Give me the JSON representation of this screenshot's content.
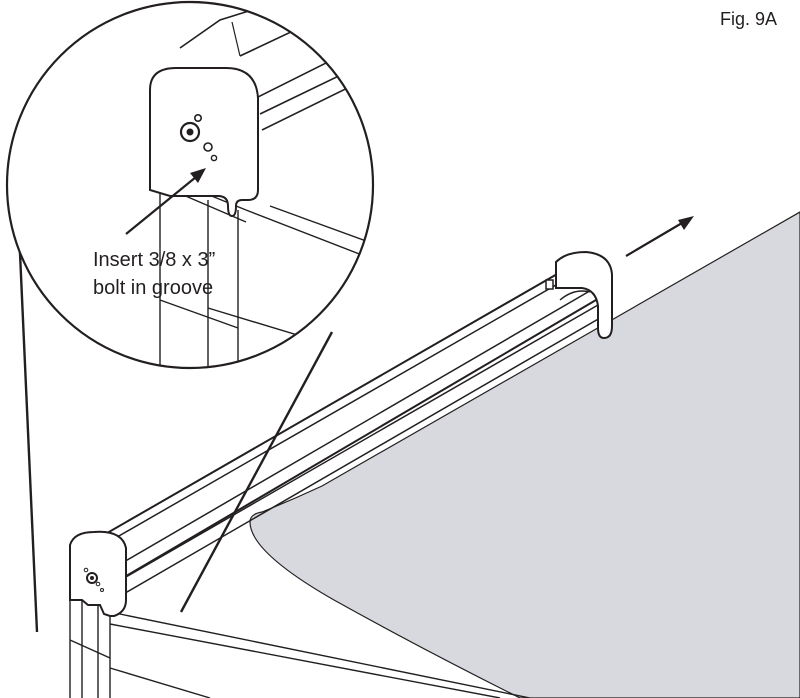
{
  "figure": {
    "label": "Fig. 9A"
  },
  "callout": {
    "line1": "Insert 3/8 x 3”",
    "line2": "bolt in groove"
  },
  "colors": {
    "ink": "#231f20",
    "canopy": "#d8d9de",
    "background": "#ffffff"
  }
}
